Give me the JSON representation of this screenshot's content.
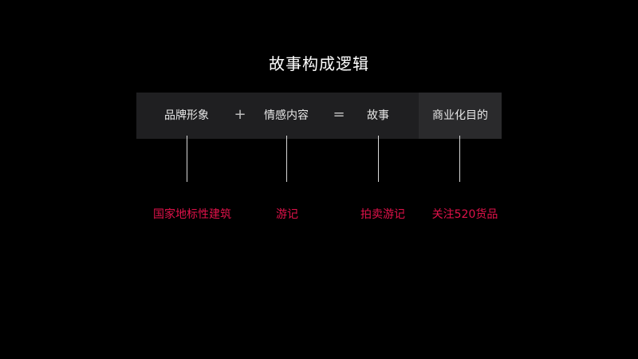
{
  "title": "故事构成逻辑",
  "formula": {
    "term1": "品牌形象",
    "op1": "+",
    "term2": "情感内容",
    "op2": "=",
    "term3": "故事",
    "term4": "商业化目的"
  },
  "annotations": {
    "a1": "国家地标性建筑",
    "a2": "游记",
    "a3": "拍卖游记",
    "a4": "关注520货品"
  },
  "colors": {
    "background": "#000000",
    "bar": "#1f1f21",
    "bar_highlight": "#2a2a2c",
    "annotation": "#e0124a",
    "connector": "#d8d8d8"
  }
}
